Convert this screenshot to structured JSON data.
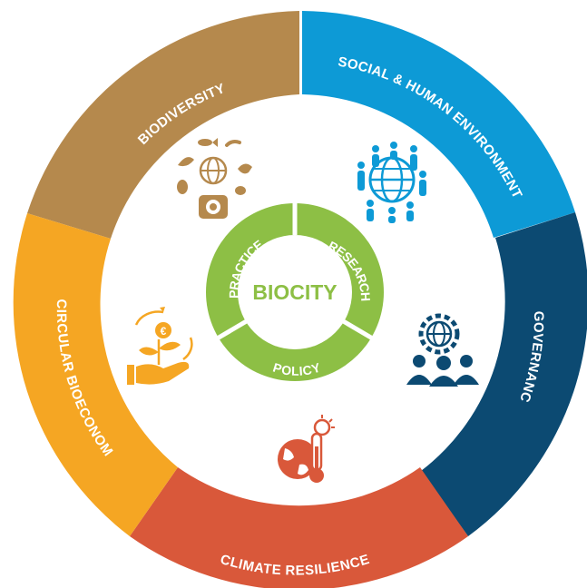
{
  "center": {
    "label": "BIOCITY",
    "color": "#8dbf45"
  },
  "outer_segments": [
    {
      "id": "biodiversity",
      "label": "BIODIVERSITY",
      "color": "#b5894d",
      "icon": "biodiversity-icon"
    },
    {
      "id": "social",
      "label": "SOCIAL & HUMAN ENVIRONMENT",
      "color": "#0d9ad6",
      "icon": "people-globe-icon"
    },
    {
      "id": "governance",
      "label": "GOVERNANCE",
      "color": "#0c4a72",
      "icon": "governance-icon"
    },
    {
      "id": "climate",
      "label": "CLIMATE RESILIENCE",
      "color": "#d9583a",
      "icon": "climate-icon"
    },
    {
      "id": "circular",
      "label": "CIRCULAR BIOECONOMY",
      "color": "#f5a623",
      "icon": "bioeconomy-icon"
    }
  ],
  "inner_segments": [
    {
      "id": "practice",
      "label": "PRACTICE"
    },
    {
      "id": "research",
      "label": "RESEARCH"
    },
    {
      "id": "policy",
      "label": "POLICY"
    }
  ]
}
